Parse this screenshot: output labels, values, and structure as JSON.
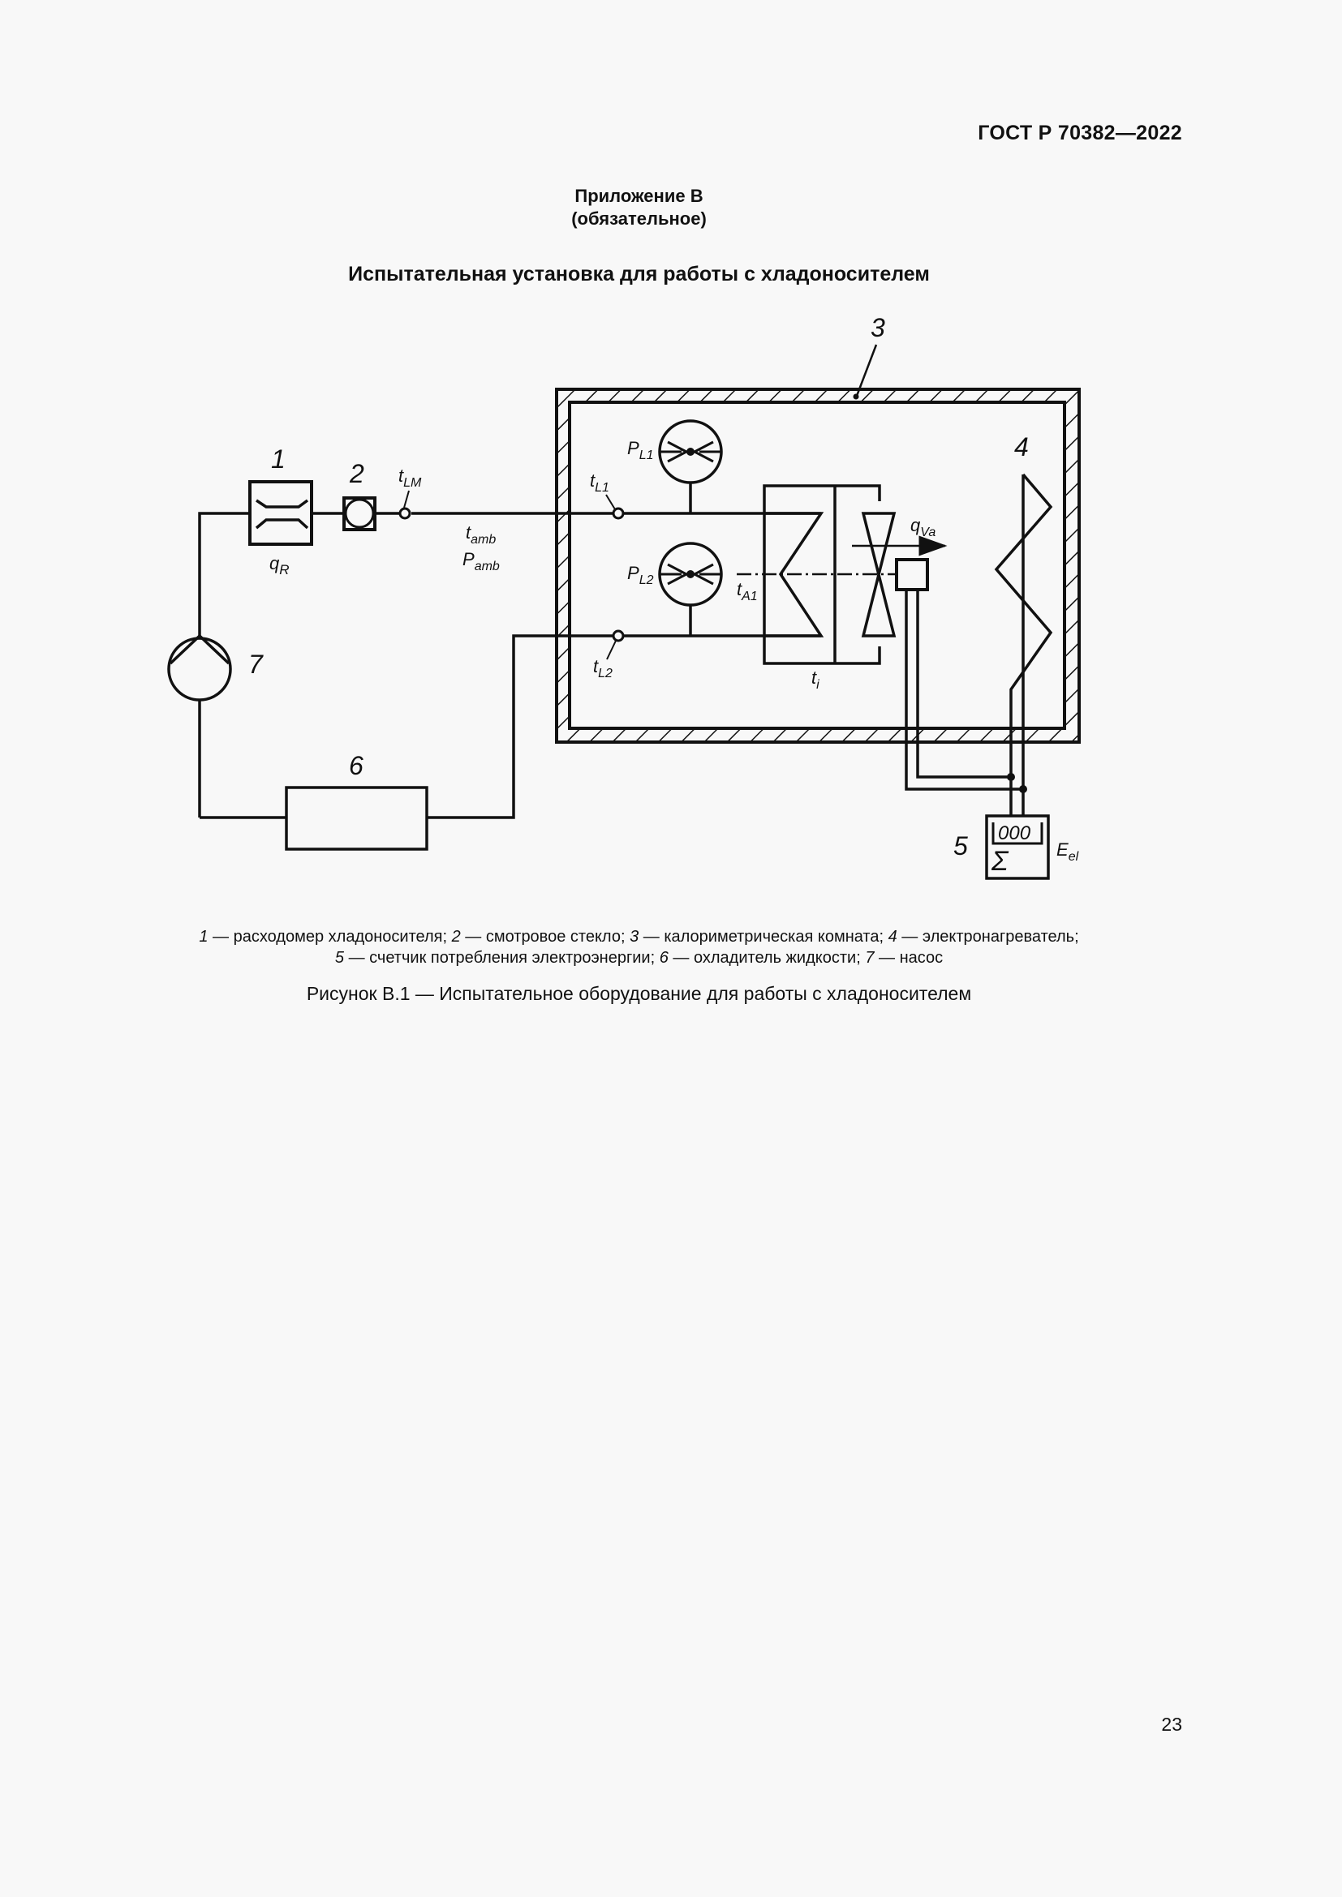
{
  "header": {
    "document_code": "ГОСТ Р 70382—2022"
  },
  "appendix": {
    "title": "Приложение В",
    "status": "(обязательное)"
  },
  "section_title": "Испытательная установка для работы с хладоносителем",
  "diagram": {
    "component_numbers": [
      "1",
      "2",
      "3",
      "4",
      "5",
      "6",
      "7"
    ],
    "labels": {
      "qR": {
        "main": "q",
        "sub": "R"
      },
      "tLM": {
        "main": "t",
        "sub": "LM"
      },
      "tamb": {
        "main": "t",
        "sub": "amb"
      },
      "Pamb": {
        "main": "P",
        "sub": "amb"
      },
      "tL1": {
        "main": "t",
        "sub": "L1"
      },
      "tL2": {
        "main": "t",
        "sub": "L2"
      },
      "PL1": {
        "main": "P",
        "sub": "L1"
      },
      "PL2": {
        "main": "P",
        "sub": "L2"
      },
      "tA1": {
        "main": "t",
        "sub": "A1"
      },
      "qVa": {
        "main": "q",
        "sub": "Va"
      },
      "ti": {
        "main": "t",
        "sub": "i"
      },
      "Eel": {
        "main": "E",
        "sub": "el"
      }
    },
    "meter_display": "000",
    "meter_symbol": "Σ"
  },
  "legend": [
    {
      "num": "1",
      "text": "расходомер хладоносителя"
    },
    {
      "num": "2",
      "text": "смотровое стекло"
    },
    {
      "num": "3",
      "text": "калориметрическая комната"
    },
    {
      "num": "4",
      "text": "электронагреватель"
    },
    {
      "num": "5",
      "text": "счетчик потребления электроэнергии"
    },
    {
      "num": "6",
      "text": "охладитель жидкости"
    },
    {
      "num": "7",
      "text": "насос"
    }
  ],
  "legend_separator": " — ",
  "caption": "Рисунок В.1 — Испытательное оборудование для работы с хладоносителем",
  "page_number": "23"
}
